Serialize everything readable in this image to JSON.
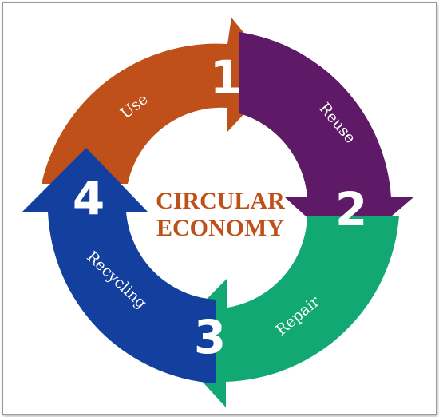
{
  "title_line1": "CIRCULAR",
  "title_line2": "ECONOMY",
  "colors": {
    "use": "#c0501a",
    "reuse": "#5e1a66",
    "repair": "#12a873",
    "recycling": "#133f9e",
    "title": "#c0501a",
    "border": "#9a9a9a"
  },
  "steps": [
    {
      "number": "1",
      "label": "Use"
    },
    {
      "number": "2",
      "label": "Reuse"
    },
    {
      "number": "3",
      "label": "Repair"
    },
    {
      "number": "4",
      "label": "Recycling"
    }
  ]
}
